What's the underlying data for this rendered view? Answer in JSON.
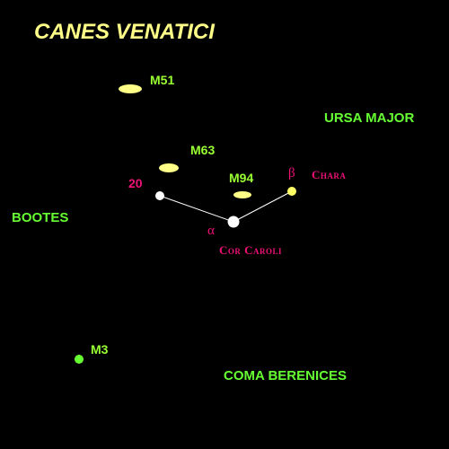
{
  "title": "CANES VENATICI",
  "neighbors": {
    "ursa_major": "URSA MAJOR",
    "bootes": "BOOTES",
    "coma_berenices": "COMA BERENICES"
  },
  "objects": {
    "m51": "M51",
    "m63": "M63",
    "m94": "M94",
    "m3": "M3"
  },
  "stars": {
    "cor_caroli_name": "Cor Caroli",
    "cor_caroli_greek": "α",
    "chara_name": "Chara",
    "chara_greek": "β",
    "star_20": "20"
  },
  "colors": {
    "background": "#000000",
    "title": "#ffff88",
    "neighbor_label": "#66ff33",
    "object_label": "#99ff33",
    "star_label": "#ee1177",
    "galaxy": "#ffff88",
    "cluster": "#66ff33",
    "star_white": "#ffffff",
    "star_yellow": "#ffff66",
    "line": "#ffffff"
  }
}
